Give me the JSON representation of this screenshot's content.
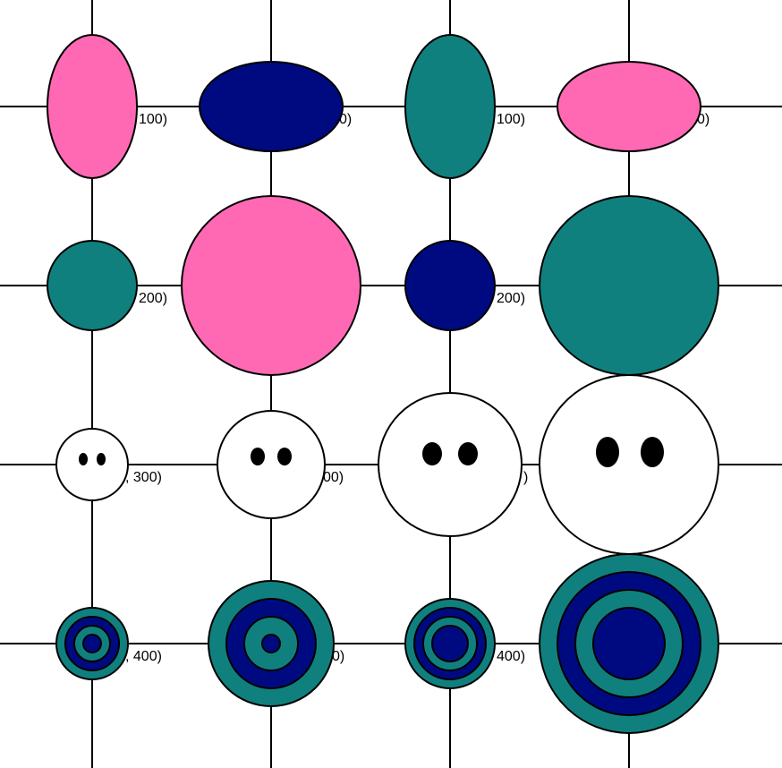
{
  "colors": {
    "background": "#ffffff",
    "stroke": "#000000",
    "pink": "#ff69b4",
    "navy": "#000a80",
    "teal": "#10807e",
    "white": "#ffffff",
    "eye": "#000000"
  },
  "grid": {
    "vertical_lines": 4,
    "horizontal_lines": 4
  },
  "labels": [
    {
      "name": "coord-label-r1c1",
      "text": "100)"
    },
    {
      "name": "coord-label-r1c2",
      "text": "0)"
    },
    {
      "name": "coord-label-r1c3",
      "text": "100)"
    },
    {
      "name": "coord-label-r1c4",
      "text": "0)"
    },
    {
      "name": "coord-label-r2c1",
      "text": "200)"
    },
    {
      "name": "coord-label-r2c3",
      "text": "200)"
    },
    {
      "name": "coord-label-r3c1",
      "text": ", 300)"
    },
    {
      "name": "coord-label-r3c2",
      "text": "00)"
    },
    {
      "name": "coord-label-r3c3",
      "text": ")"
    },
    {
      "name": "coord-label-r4c1",
      "text": ", 400)"
    },
    {
      "name": "coord-label-r4c2",
      "text": "0)"
    },
    {
      "name": "coord-label-r4c3",
      "text": "400)"
    }
  ],
  "shapes": {
    "row1": [
      {
        "name": "ellipse-r1c1-pink",
        "color": "pink"
      },
      {
        "name": "ellipse-r1c2-navy",
        "color": "navy"
      },
      {
        "name": "ellipse-r1c3-teal",
        "color": "teal"
      },
      {
        "name": "ellipse-r1c4-pink",
        "color": "pink"
      }
    ],
    "row2": [
      {
        "name": "circle-r2c1-teal",
        "color": "teal"
      },
      {
        "name": "circle-r2c2-pink",
        "color": "pink"
      },
      {
        "name": "circle-r2c3-navy",
        "color": "navy"
      },
      {
        "name": "circle-r2c4-teal",
        "color": "teal"
      }
    ],
    "row3": [
      {
        "name": "face-r3c1",
        "color": "white"
      },
      {
        "name": "face-r3c2",
        "color": "white"
      },
      {
        "name": "face-r3c3",
        "color": "white"
      },
      {
        "name": "face-r3c4",
        "color": "white"
      }
    ],
    "row4": [
      {
        "name": "target-r4c1",
        "ring_colors": [
          "teal",
          "navy",
          "teal",
          "navy"
        ]
      },
      {
        "name": "target-r4c2",
        "ring_colors": [
          "teal",
          "navy",
          "teal",
          "navy"
        ]
      },
      {
        "name": "target-r4c3",
        "ring_colors": [
          "teal",
          "navy",
          "teal",
          "navy"
        ]
      },
      {
        "name": "target-r4c4",
        "ring_colors": [
          "teal",
          "navy",
          "teal",
          "navy"
        ]
      }
    ]
  }
}
